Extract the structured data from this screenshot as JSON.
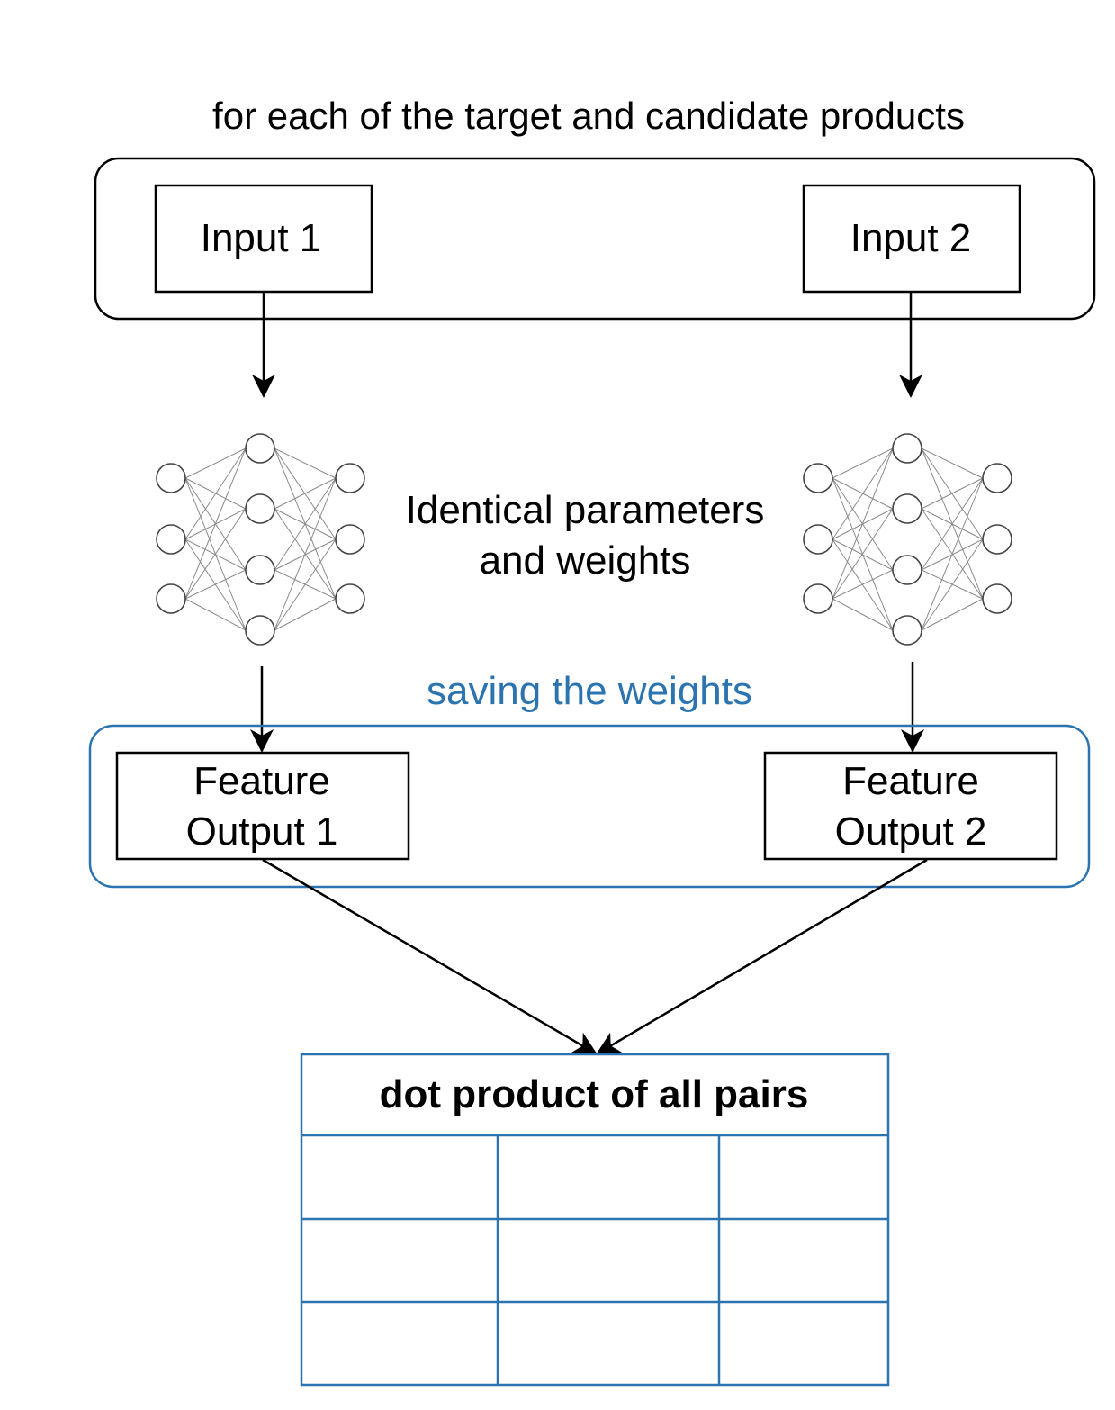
{
  "diagram": {
    "header": "for each of the target and candidate products",
    "input_left": "Input 1",
    "input_right": "Input 2",
    "middle_line1": "Identical parameters",
    "middle_line2": "and weights",
    "saving_label": "saving the weights",
    "output_left_line1": "Feature",
    "output_left_line2": "Output 1",
    "output_right_line1": "Feature",
    "output_right_line2": "Output 2",
    "table_title": "dot product of all pairs",
    "table_rows": 3,
    "table_cols": 3,
    "network_layers": [
      3,
      4,
      3
    ],
    "colors": {
      "stroke": "#000000",
      "accent": "#2b74b0",
      "neuron_edge": "#8a8a8a"
    }
  }
}
